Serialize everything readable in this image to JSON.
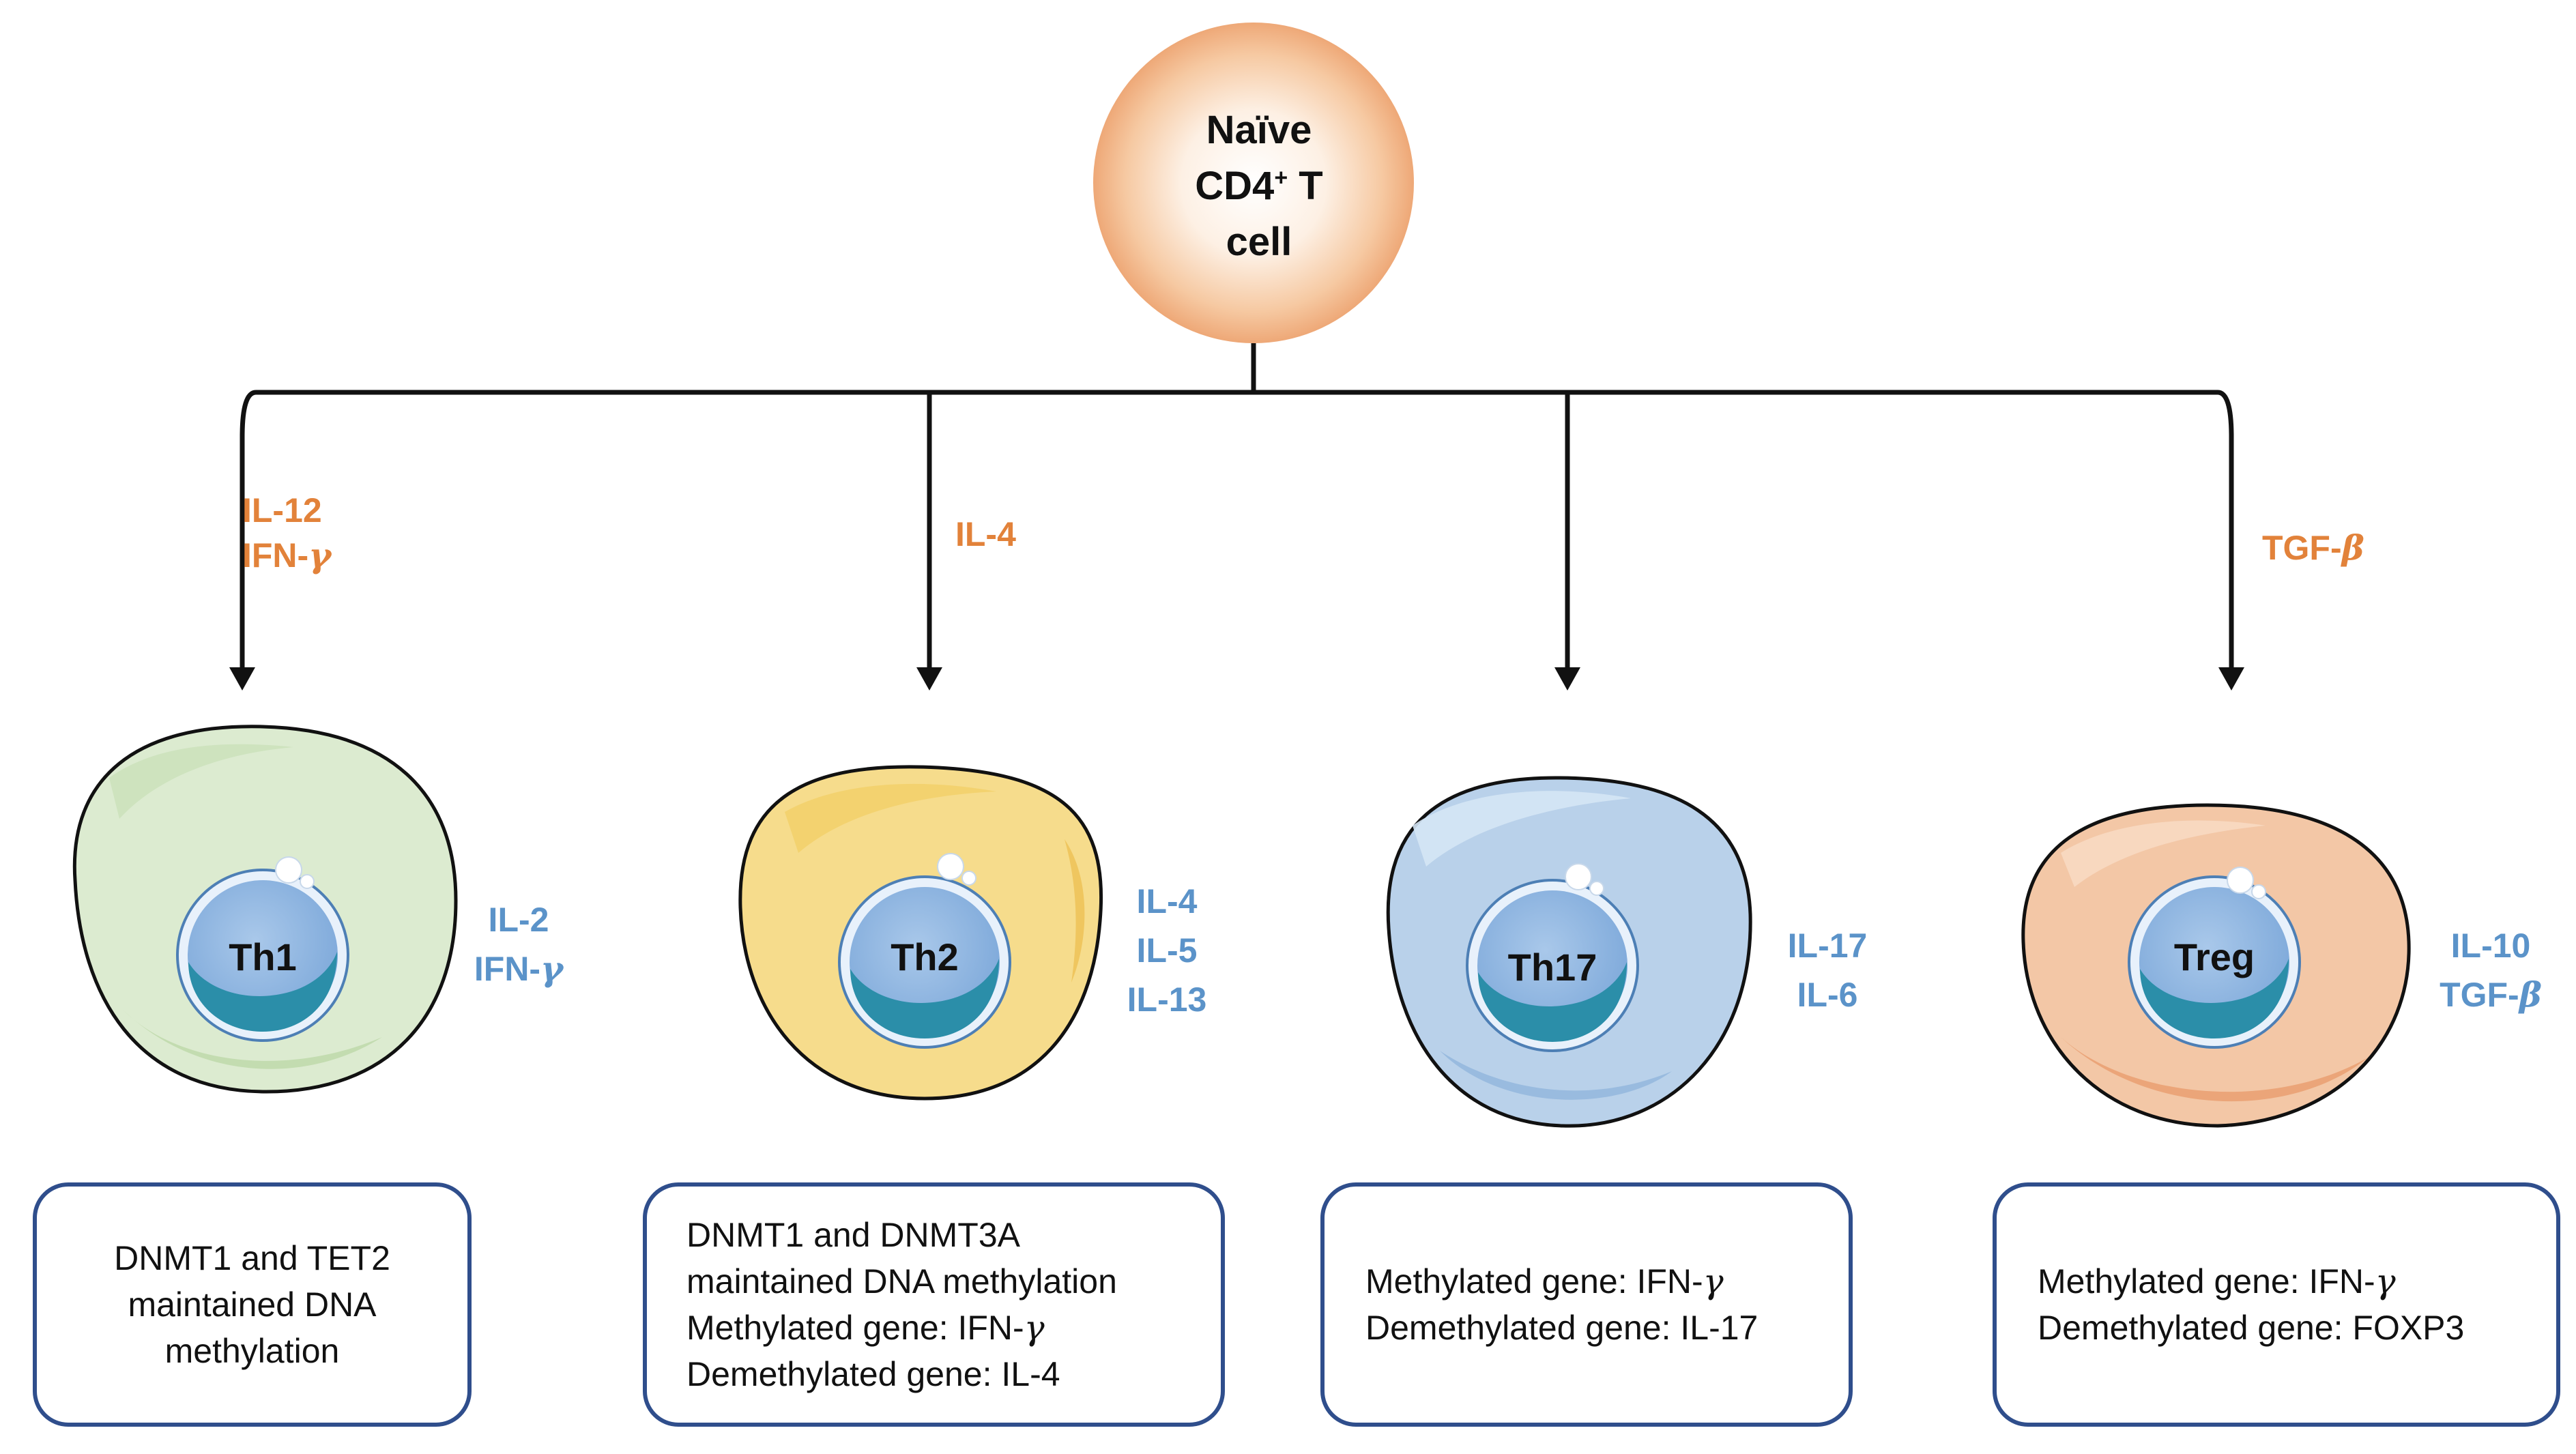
{
  "root": {
    "line1": "Naïve",
    "line2_main": "CD4",
    "line2_sup": "+",
    "line2_tail": " T",
    "line3": "cell"
  },
  "branches": [
    {
      "id": "th1",
      "inducers": [
        "IL-12",
        "IFN-γ"
      ],
      "cell": "Th1",
      "secreted": [
        "IL-2",
        "IFN-γ"
      ],
      "box": [
        "DNMT1 and TET2",
        "maintained DNA",
        "methylation"
      ],
      "color": "#dcebd0"
    },
    {
      "id": "th2",
      "inducers": [
        "IL-4"
      ],
      "cell": "Th2",
      "secreted": [
        "IL-4",
        "IL-5",
        "IL-13"
      ],
      "box": [
        "DNMT1 and DNMT3A",
        "maintained DNA methylation",
        "Methylated gene: IFN-γ",
        "Demethylated gene: IL-4"
      ],
      "color": "#f6dc8c"
    },
    {
      "id": "th17",
      "inducers": [],
      "cell": "Th17",
      "secreted": [
        "IL-17",
        "IL-6"
      ],
      "box": [
        "Methylated gene: IFN-γ",
        "Demethylated gene: IL-17"
      ],
      "color": "#b9d1ea"
    },
    {
      "id": "treg",
      "inducers": [
        "TGF-β"
      ],
      "cell": "Treg",
      "secreted": [
        "IL-10",
        "TGF-β"
      ],
      "box": [
        "Methylated gene: IFN-γ",
        "Demethylated gene: FOXP3"
      ],
      "color": "#f3c7a6"
    }
  ],
  "colors": {
    "inducer": "#e2823a",
    "secreted": "#5b93c9",
    "box_border": "#2f4e8c",
    "root": "#f2b48a"
  }
}
